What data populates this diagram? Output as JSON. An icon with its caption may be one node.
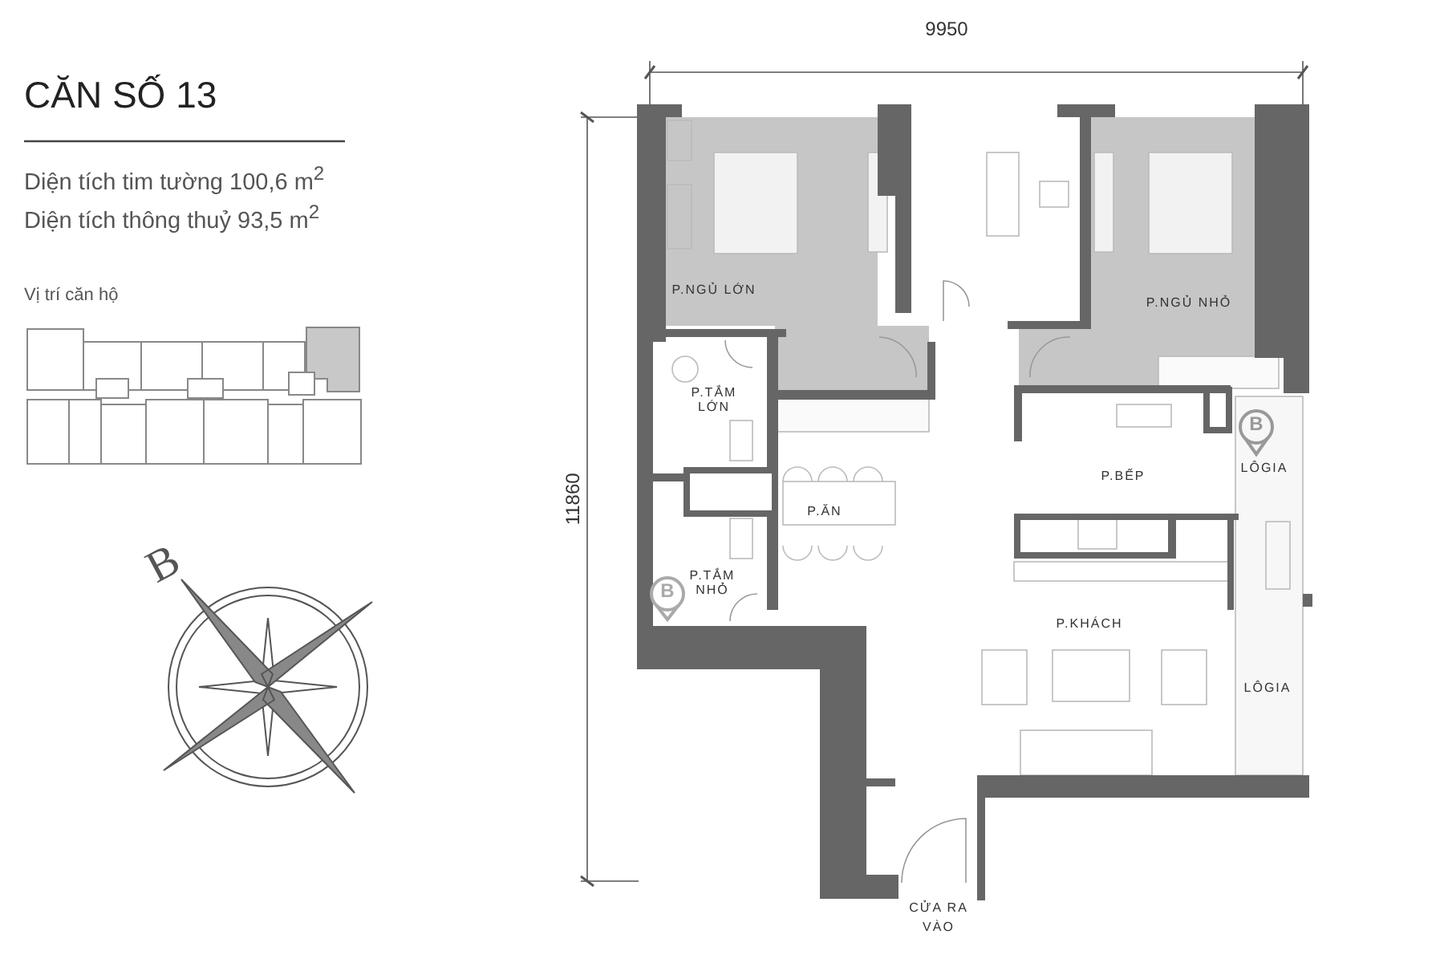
{
  "diagram": {
    "title": "CĂN SỐ 13",
    "labels": [
      "Diện tích tim tường 100,6 m$^{2}$",
      "Diện tích thông thuỷ 93,5 m$^{2}$",
      "Vị trí căn hộ",
      "9950",
      "P.NGỦ LỚN",
      "P.NGỦ NHỎ",
      "P.TẮM LỚN",
      "B",
      "LÔGIA",
      "P.BẾP",
      "11860",
      "P.ĂN",
      "P.TẮM NHỎ",
      "B",
      "B",
      "P.KHÁCH",
      "LÔGIA",
      "CỬA RA VÀO"
    ]
  }
}
